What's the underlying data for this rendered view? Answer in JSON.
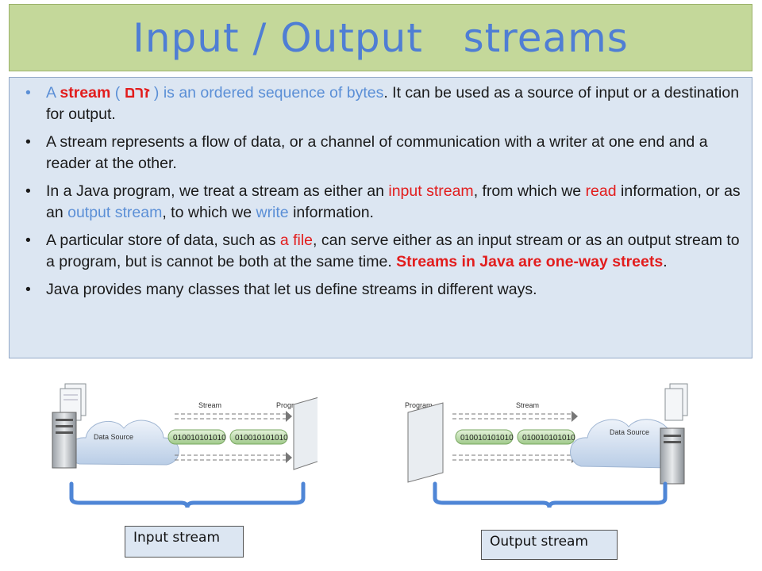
{
  "title": "Input / Output   streams",
  "bullets": {
    "b1": {
      "p1": "A ",
      "stream_word": "stream",
      "p2": " ( ",
      "hebrew": "זרם",
      "p3": " ) is an ordered sequence of bytes",
      "p4": ". It can be used as a source of input or a destination for output."
    },
    "b2": {
      "text": "A stream represents a flow of data, or a channel of communication with a writer at one end and a reader at the other."
    },
    "b3": {
      "p1": "In a Java program, we treat a stream as either an ",
      "input_stream": "input stream",
      "p2": ", from which we ",
      "read": "read",
      "p3": " information, or as an ",
      "output_stream": "output stream",
      "p4": ", to which we ",
      "write": "write",
      "p5": " information."
    },
    "b4": {
      "p1": "A particular store of data, such as ",
      "a_file": "a file",
      "p2": ", can serve either as an input stream or as an output stream to a program, but is cannot be both at the same time. ",
      "emphasis": "Streams in Java are one-way streets",
      "p3": "."
    },
    "b5": {
      "text": "Java provides many classes that let us define streams in different ways."
    }
  },
  "input_diagram": {
    "data_source": "Data Source",
    "stream": "Stream",
    "program": "Program",
    "bits": [
      "010010101010",
      "010010101010"
    ],
    "label": "Input stream"
  },
  "output_diagram": {
    "program": "Program",
    "stream": "Stream",
    "data_source": "Data Source",
    "bits": [
      "010010101010",
      "010010101010"
    ],
    "label": "Output stream"
  },
  "colors": {
    "title_bg": "#c4d89a",
    "title_text": "#4f7ed4",
    "content_bg": "#dce6f2",
    "accent_red": "#e21d1d",
    "accent_blue": "#5b8fd6",
    "brace_blue": "#4f86d6"
  }
}
